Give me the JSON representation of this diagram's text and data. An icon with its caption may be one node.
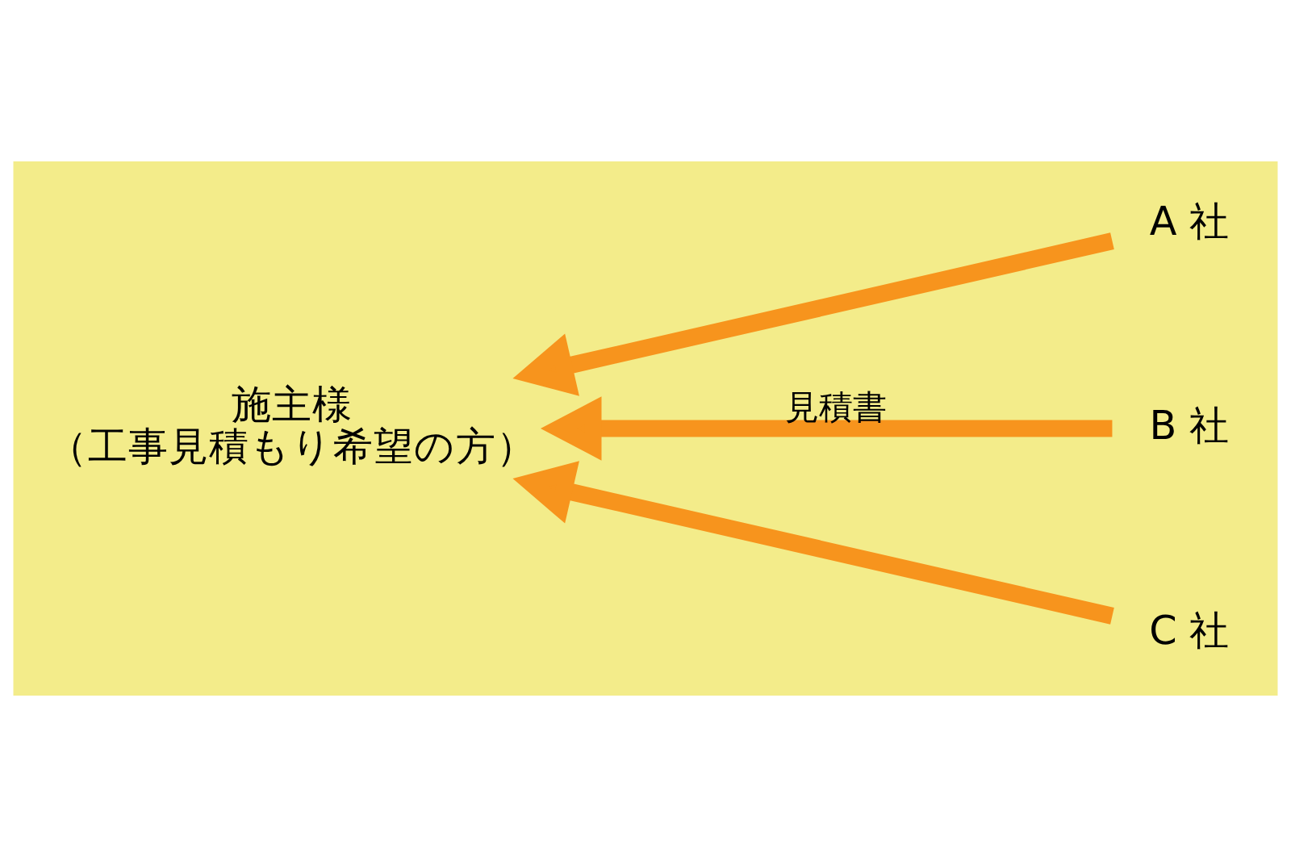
{
  "diagram": {
    "nodes": [
      {
        "text": [
          "施主様",
          "（工事見積もり希望の方）"
        ]
      },
      {
        "text": [
          "A 社"
        ]
      },
      {
        "text": [
          "B 社"
        ]
      },
      {
        "text": [
          "C 社"
        ]
      }
    ],
    "edges": [
      {
        "from": 1,
        "to": 0,
        "arrow": "to"
      },
      {
        "from": 2,
        "to": 0,
        "arrow": "to",
        "label": "見積書"
      },
      {
        "from": 3,
        "to": 0,
        "arrow": "to"
      }
    ]
  }
}
